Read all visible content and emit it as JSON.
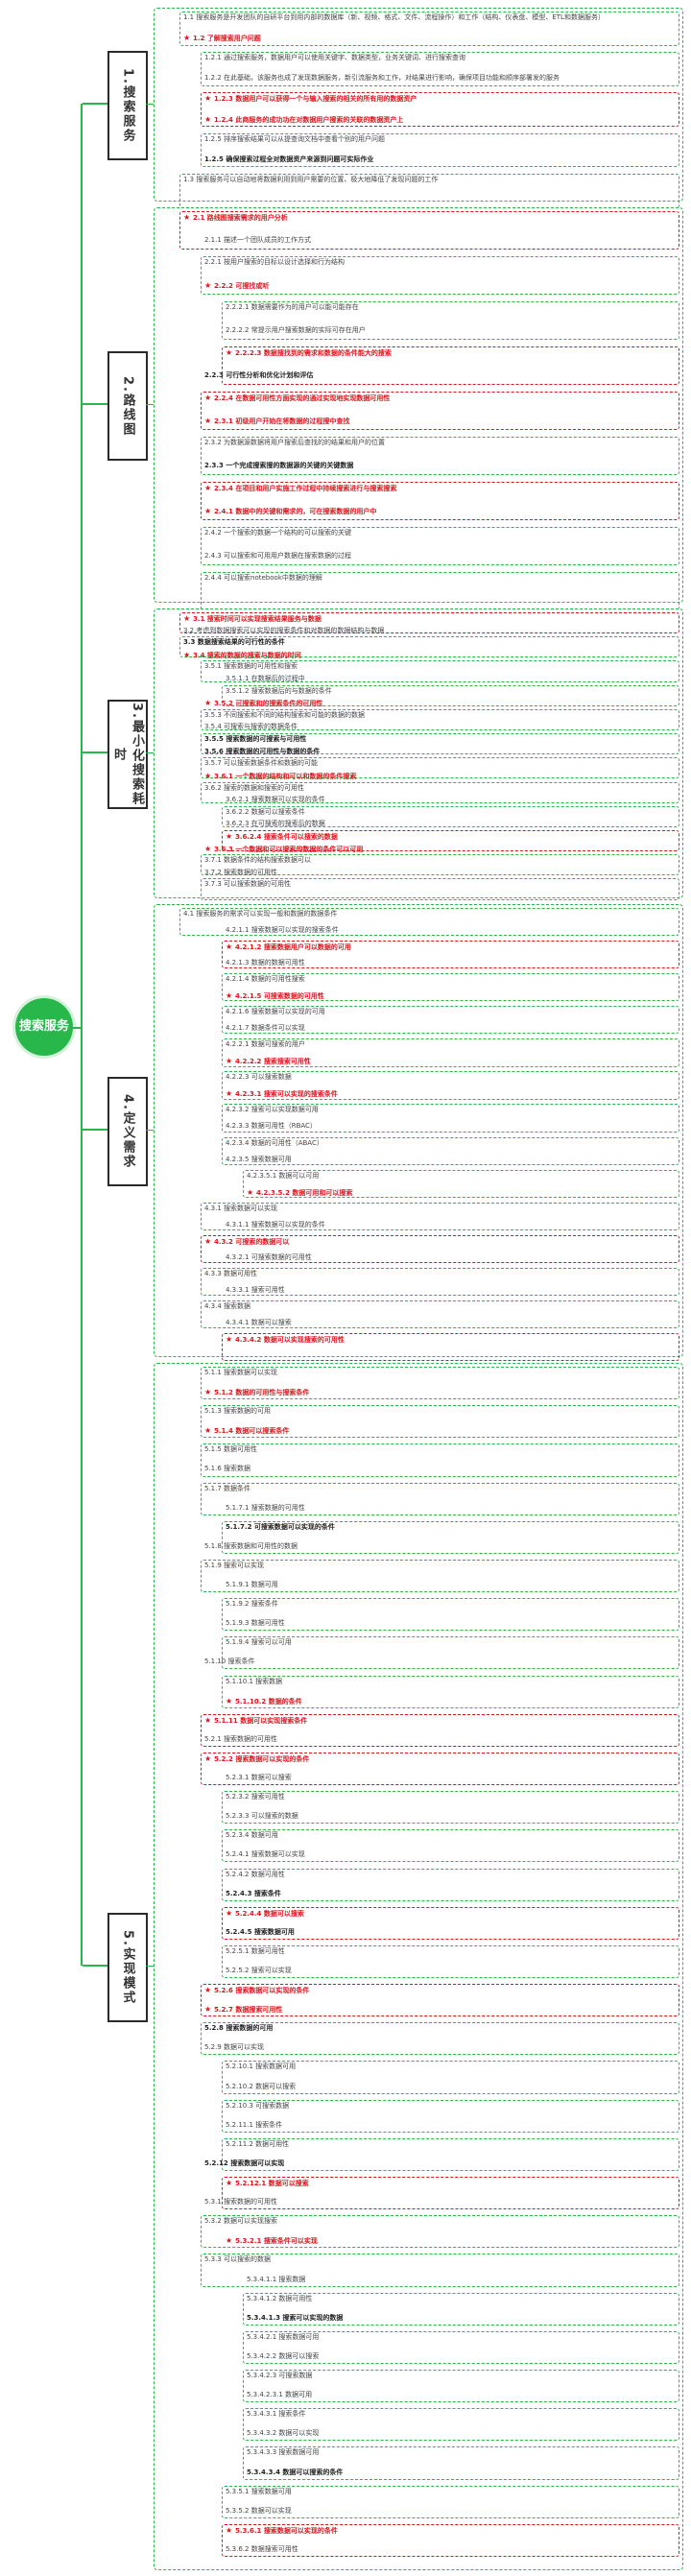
{
  "root": "搜索服务",
  "sections": [
    {
      "title": "1.搜索服务",
      "rows": [
        {
          "t": "1.1 搜索服务是开发团队的自研平台到用内部的数据库（新、视频、格式、文件、流程操作）和工作（结构、仪表盘、模型、ETL和数据服务）",
          "style": "n"
        },
        {
          "t": "1.2 了解搜索用户问题",
          "style": "red"
        },
        {
          "t": "1.2.1 通过搜索服务，数据用户可以使用关键字、数据类型，业务关键词、进行搜索查询",
          "style": "n"
        },
        {
          "t": "1.2.2 在此基础，该服务也成了发现数据服务，新引流服务和工作，对结果进行影响，确保项目功能和顺序部署发的服务",
          "style": "n"
        },
        {
          "t": "1.2.3 数据用户可以获得一个与输入搜索的相关的所有用的数据资产",
          "style": "red"
        },
        {
          "t": "1.2.4 此商服务的成功功在对数据用户搜索的关联的数据资产上",
          "style": "red"
        },
        {
          "t": "1.2.5 排序搜索结果可以从提查询文档中查看个别的用户问题",
          "style": "n"
        },
        {
          "t": "1.2.5 确保搜索过程全对数据资产来源到问题可实际作业",
          "style": "bold"
        },
        {
          "t": "1.3 搜索服务可以自动地将数据利用到用户需要的位置、极大地降低了发现问题的工作",
          "style": "n"
        }
      ]
    },
    {
      "title": "2.路线图",
      "rows": [
        {
          "t": "2.1 路线图搜索需求的用户分析",
          "style": "red"
        },
        {
          "t": "2.1.1 描述一个团队成员的工作方式",
          "style": "n"
        },
        {
          "t": "2.2.1 按用户搜索的目标以设计选择和行为结构",
          "style": "n"
        },
        {
          "t": "2.2.2 可搜找或听",
          "style": "red"
        },
        {
          "t": "2.2.2.1 数据需要作为的用户可以能可能存在",
          "style": "n"
        },
        {
          "t": "2.2.2.2 常提示用户搜索数据的实际可存在用户",
          "style": "n"
        },
        {
          "t": "2.2.2.3 数据搜找到的需求和数据的条件能大的搜索",
          "style": "red"
        },
        {
          "t": "2.2.3 可行性分析和优化计划和评估",
          "style": "bold"
        },
        {
          "t": "2.2.4 在数据可用性方面实现的通过实现地实现数据可用性",
          "style": "red"
        },
        {
          "t": "2.3.1 初级用户开始在将数据的过程搜中查找",
          "style": "red"
        },
        {
          "t": "2.3.2 为数据源数据将用户搜索后查找的的结果和用户的位置",
          "style": "n"
        },
        {
          "t": "2.3.3 一个完成搜索搜的数据源的关键的关键数据",
          "style": "bold"
        },
        {
          "t": "2.3.4 在项目和用户实施工作过程中持续搜索进行与搜索搜索",
          "style": "red"
        },
        {
          "t": "2.4.1 数据中的关键和需求的，可在搜索数据的用户中",
          "style": "red"
        },
        {
          "t": "2.4.2 一个搜索的数据一个结构的可以搜索的关键",
          "style": "n"
        },
        {
          "t": "2.4.3 可以搜索和可用用户数据在搜索数据的过程",
          "style": "n"
        },
        {
          "t": "2.4.4 可以搜索notebook中数据的理解",
          "style": "n"
        }
      ]
    },
    {
      "title": "3.最小化搜索耗时",
      "rows": [
        {
          "t": "3.1 搜索时间可以实现搜索结果服务与数据",
          "style": "red"
        },
        {
          "t": "3.2 考虑到数据搜索可以实现的搜索条件和对数据的数据结构与数据",
          "style": "n"
        },
        {
          "t": "3.3 数据搜索结果的可行性的条件",
          "style": "bold"
        },
        {
          "t": "3.4 搜索的数据的搜索与数据的时间",
          "style": "red"
        },
        {
          "t": "3.5.1 搜索数据的可用性和搜索",
          "style": "n"
        },
        {
          "t": "3.5.1.1 在数据后的过程中",
          "style": "n"
        },
        {
          "t": "3.5.1.2 搜索数据后的与数据的条件",
          "style": "n"
        },
        {
          "t": "3.5.2 可搜索和的搜索条件的可用性",
          "style": "red"
        },
        {
          "t": "3.5.3 不同搜索和不同的结构搜索和可能的数据的数据",
          "style": "n"
        },
        {
          "t": "3.5.4 可搜索与搜索的数据条件",
          "style": "n"
        },
        {
          "t": "3.5.5 搜索数据的可搜索与可用性",
          "style": "bold"
        },
        {
          "t": "3.5.6 搜索数据的可用性与数据的条件",
          "style": "bold"
        },
        {
          "t": "3.5.7 可以搜索数据条件和数据的可能",
          "style": "n"
        },
        {
          "t": "3.6.1 一个数据的结构和可以和数据的条件搜索",
          "style": "red"
        },
        {
          "t": "3.6.2 搜索的数据和搜索的可用性",
          "style": "n"
        },
        {
          "t": "3.6.2.1 搜索数据可以实现的条件",
          "style": "n"
        },
        {
          "t": "3.6.2.2 数据可以搜索条件",
          "style": "n"
        },
        {
          "t": "3.6.2.3 在可搜索的搜索后的数据",
          "style": "n"
        },
        {
          "t": "3.6.2.4 搜索条件可以搜索的数据",
          "style": "red"
        },
        {
          "t": "3.6.3 一个数据和可以搜索的数据的条件可以可用",
          "style": "red"
        },
        {
          "t": "3.7.1 数据条件的结构搜索数据可以",
          "style": "n"
        },
        {
          "t": "3.7.2 搜索数据的可用性",
          "style": "n"
        },
        {
          "t": "3.7.3 可以搜索数据的可用性",
          "style": "n"
        }
      ]
    },
    {
      "title": "4.定义需求",
      "rows": [
        {
          "t": "4.1 搜索服务的需求可以实现一般和数据的数据条件",
          "style": "n"
        },
        {
          "t": "4.2.1.1 搜索数据可以实现的搜索条件",
          "style": "n"
        },
        {
          "t": "4.2.1.2 搜索数据用户可以数据的可用",
          "style": "red"
        },
        {
          "t": "4.2.1.3 数据的数据可用性",
          "style": "n"
        },
        {
          "t": "4.2.1.4 数据的可用性搜索",
          "style": "n"
        },
        {
          "t": "4.2.1.5 可搜索数据的可用性",
          "style": "red"
        },
        {
          "t": "4.2.1.6 搜索数据可以实现的可用",
          "style": "n"
        },
        {
          "t": "4.2.1.7 数据条件可以实现",
          "style": "n"
        },
        {
          "t": "4.2.2.1 数据可搜索的用户",
          "style": "n"
        },
        {
          "t": "4.2.2.2 搜索搜索可用性",
          "style": "red"
        },
        {
          "t": "4.2.2.3 可以搜索数据",
          "style": "n"
        },
        {
          "t": "4.2.3.1 搜索可以实现的搜索条件",
          "style": "red"
        },
        {
          "t": "4.2.3.2 搜索可以实现数据可用",
          "style": "n"
        },
        {
          "t": "4.2.3.3 数据可用性（RBAC）",
          "style": "n"
        },
        {
          "t": "4.2.3.4 数据的可用性（ABAC）",
          "style": "n"
        },
        {
          "t": "4.2.3.5 搜索数据可用",
          "style": "n"
        },
        {
          "t": "4.2.3.5.1 数据可以可用",
          "style": "n"
        },
        {
          "t": "4.2.3.5.2 数据可用和可以搜索",
          "style": "red"
        },
        {
          "t": "4.3.1 搜索数据可以实现",
          "style": "n"
        },
        {
          "t": "4.3.1.1 搜索数据可以实现的条件",
          "style": "n"
        },
        {
          "t": "4.3.2 可搜索的数据可以",
          "style": "red"
        },
        {
          "t": "4.3.2.1 可搜索数据的可用性",
          "style": "n"
        },
        {
          "t": "4.3.3 数据可用性",
          "style": "n"
        },
        {
          "t": "4.3.3.1 搜索可用性",
          "style": "n"
        },
        {
          "t": "4.3.4 搜索数据",
          "style": "n"
        },
        {
          "t": "4.3.4.1 数据可以搜索",
          "style": "n"
        },
        {
          "t": "4.3.4.2 数据可以实现搜索的可用性",
          "style": "red"
        }
      ]
    },
    {
      "title": "5.实现模式",
      "rows": [
        {
          "t": "5.1.1 搜索数据可以实现",
          "style": "n"
        },
        {
          "t": "5.1.2 数据的可用性与搜索条件",
          "style": "red"
        },
        {
          "t": "5.1.3 搜索数据的可用",
          "style": "n"
        },
        {
          "t": "5.1.4 数据可以搜索条件",
          "style": "red"
        },
        {
          "t": "5.1.5 数据可用性",
          "style": "n"
        },
        {
          "t": "5.1.6 搜索数据",
          "style": "n"
        },
        {
          "t": "5.1.7 数据条件",
          "style": "n"
        },
        {
          "t": "5.1.7.1 搜索数据的可用性",
          "style": "n"
        },
        {
          "t": "5.1.7.2 可搜索数据可以实现的条件",
          "style": "bold"
        },
        {
          "t": "5.1.8 搜索数据和可用性的数据",
          "style": "n"
        },
        {
          "t": "5.1.9 搜索可以实现",
          "style": "n"
        },
        {
          "t": "5.1.9.1 数据可用",
          "style": "n"
        },
        {
          "t": "5.1.9.2 搜索条件",
          "style": "n"
        },
        {
          "t": "5.1.9.3 数据可用性",
          "style": "n"
        },
        {
          "t": "5.1.9.4 搜索可以可用",
          "style": "n"
        },
        {
          "t": "5.1.10 搜索条件",
          "style": "n"
        },
        {
          "t": "5.1.10.1 搜索数据",
          "style": "n"
        },
        {
          "t": "5.1.10.2 数据的条件",
          "style": "red"
        },
        {
          "t": "5.1.11 数据可以实现搜索条件",
          "style": "red"
        },
        {
          "t": "5.2.1 搜索数据的可用性",
          "style": "n"
        },
        {
          "t": "5.2.2 搜索数据可以实现的条件",
          "style": "red"
        },
        {
          "t": "5.2.3.1 数据可以搜索",
          "style": "n"
        },
        {
          "t": "5.2.3.2 搜索可用性",
          "style": "n"
        },
        {
          "t": "5.2.3.3 可以搜索的数据",
          "style": "n"
        },
        {
          "t": "5.2.3.4 数据可用",
          "style": "n"
        },
        {
          "t": "5.2.4.1 搜索数据可以实现",
          "style": "n"
        },
        {
          "t": "5.2.4.2 数据可用性",
          "style": "n"
        },
        {
          "t": "5.2.4.3 搜索条件",
          "style": "bold"
        },
        {
          "t": "5.2.4.4 数据可以搜索",
          "style": "red"
        },
        {
          "t": "5.2.4.5 搜索数据可用",
          "style": "bold"
        },
        {
          "t": "5.2.5.1 数据可用性",
          "style": "n"
        },
        {
          "t": "5.2.5.2 搜索可以实现",
          "style": "n"
        },
        {
          "t": "5.2.6 搜索数据可以实现的条件",
          "style": "red"
        },
        {
          "t": "5.2.7 数据搜索可用性",
          "style": "red"
        },
        {
          "t": "5.2.8 搜索数据的可用",
          "style": "bold"
        },
        {
          "t": "5.2.9 数据可以实现",
          "style": "n"
        },
        {
          "t": "5.2.10.1 搜索数据可用",
          "style": "n"
        },
        {
          "t": "5.2.10.2 数据可以搜索",
          "style": "n"
        },
        {
          "t": "5.2.10.3 可搜索数据",
          "style": "n"
        },
        {
          "t": "5.2.11.1 搜索条件",
          "style": "n"
        },
        {
          "t": "5.2.11.2 数据可用性",
          "style": "n"
        },
        {
          "t": "5.2.12 搜索数据可以实现",
          "style": "bold"
        },
        {
          "t": "5.2.12.1 数据可以搜索",
          "style": "red"
        },
        {
          "t": "5.3.1 搜索数据的可用性",
          "style": "n"
        },
        {
          "t": "5.3.2 数据可以实现搜索",
          "style": "n"
        },
        {
          "t": "5.3.2.1 搜索条件可以实现",
          "style": "red"
        },
        {
          "t": "5.3.3 可以搜索的数据",
          "style": "n"
        },
        {
          "t": "5.3.4.1.1 搜索数据",
          "style": "n"
        },
        {
          "t": "5.3.4.1.2 数据可用性",
          "style": "n"
        },
        {
          "t": "5.3.4.1.3 搜索可以实现的数据",
          "style": "bold"
        },
        {
          "t": "5.3.4.2.1 搜索数据可用",
          "style": "n"
        },
        {
          "t": "5.3.4.2.2 数据可以搜索",
          "style": "n"
        },
        {
          "t": "5.3.4.2.3 可搜索数据",
          "style": "n"
        },
        {
          "t": "5.3.4.2.3.1 数据可用",
          "style": "n"
        },
        {
          "t": "5.3.4.3.1 搜索条件",
          "style": "n"
        },
        {
          "t": "5.3.4.3.2 数据可以实现",
          "style": "n"
        },
        {
          "t": "5.3.4.3.3 搜索数据可用",
          "style": "n"
        },
        {
          "t": "5.3.4.3.4 数据可以搜索的条件",
          "style": "bold"
        },
        {
          "t": "5.3.5.1 搜索数据可用",
          "style": "n"
        },
        {
          "t": "5.3.5.2 数据可以实现",
          "style": "n"
        },
        {
          "t": "5.3.6.1 搜索数据可以实现的条件",
          "style": "red"
        },
        {
          "t": "5.3.6.2 数据搜索可用性",
          "style": "n"
        }
      ]
    }
  ]
}
